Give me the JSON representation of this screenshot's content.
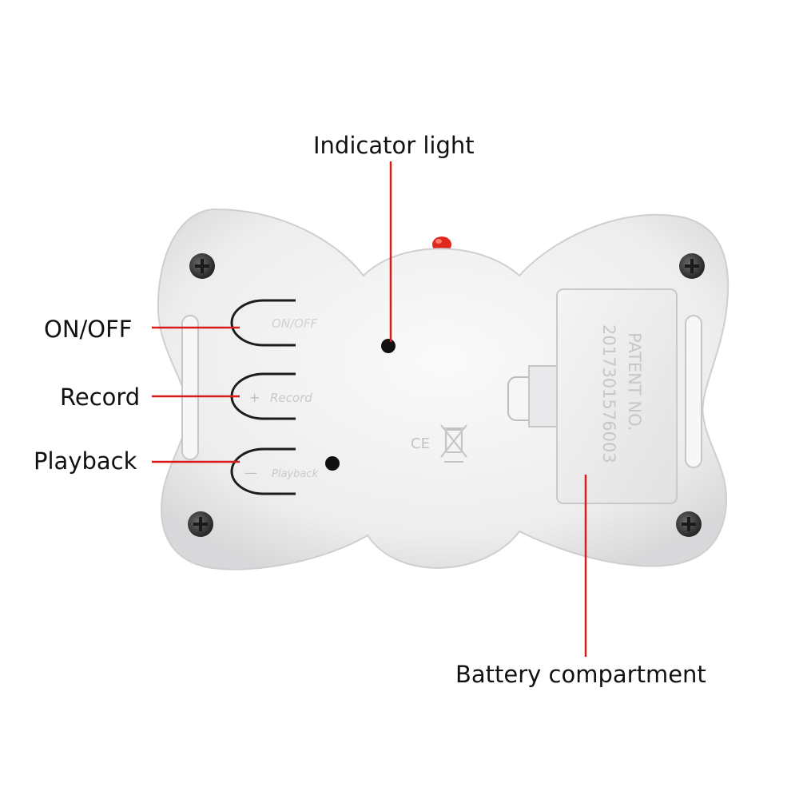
{
  "callouts": {
    "indicator_light": "Indicator light",
    "on_off": "ON/OFF",
    "record": "Record",
    "playback": "Playback",
    "battery_compartment": "Battery compartment"
  },
  "device_markings": {
    "button_on_off": "ON/OFF",
    "button_record": "Record",
    "button_playback": "Playback",
    "ce_mark": "CE",
    "patent_label": "PATENT NO.",
    "patent_number": "2017301576003"
  },
  "colors": {
    "leader_line": "#d81b1b",
    "device_body": "#efeff0",
    "indicator_led": "#e0281e"
  }
}
